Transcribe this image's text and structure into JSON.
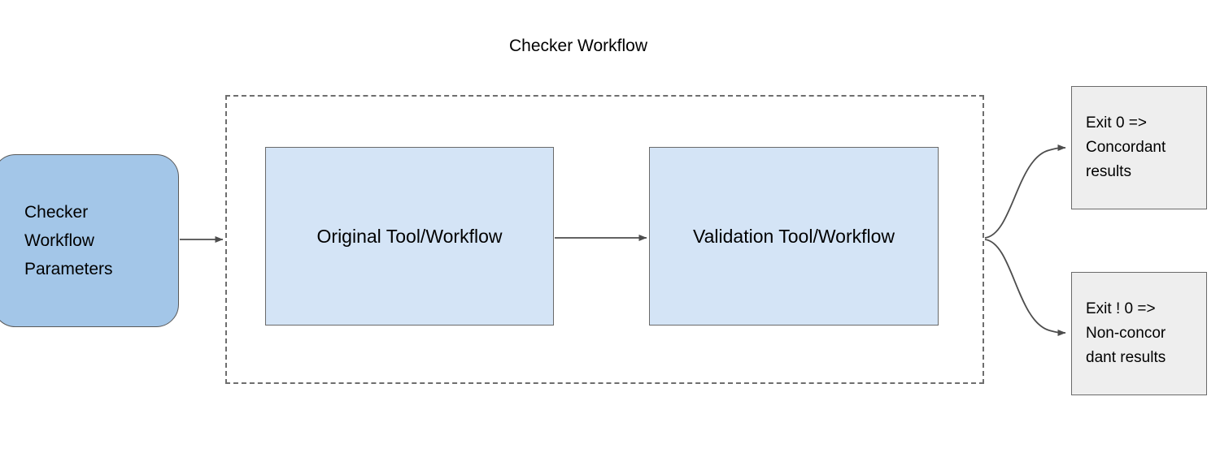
{
  "diagram": {
    "title": "Checker Workflow",
    "type": "flowchart",
    "colors": {
      "parameters_node_fill": "#a3c6e8",
      "process_node_fill": "#d4e4f6",
      "outcome_node_fill": "#eeeeee",
      "node_stroke": "#6a6a6a",
      "group_border": "#6e6e6e",
      "edge_stroke": "#4d4d4d",
      "background": "#ffffff"
    },
    "nodes": {
      "parameters": {
        "label": "Checker Workflow Parameters",
        "lines": [
          "Checker",
          "Workflow",
          "Parameters"
        ],
        "shape": "rounded-rectangle"
      },
      "original_tool": {
        "label": "Original Tool/Workflow",
        "shape": "rectangle"
      },
      "validation_tool": {
        "label": "Validation Tool/Workflow",
        "shape": "rectangle"
      },
      "concordant": {
        "label": "Exit 0 => Concordant results",
        "lines": [
          "Exit 0 =>",
          "Concordant",
          "results"
        ],
        "shape": "rectangle"
      },
      "nonconcordant": {
        "label": "Exit ! 0 => Non-concordant results",
        "lines": [
          "Exit ! 0 =>",
          "Non-concor",
          "dant results"
        ],
        "shape": "rectangle"
      }
    },
    "group": {
      "label": "",
      "style": "dashed"
    },
    "edges": [
      {
        "from": "parameters",
        "to": "original_tool",
        "style": "straight-arrow",
        "label": ""
      },
      {
        "from": "original_tool",
        "to": "validation_tool",
        "style": "straight-arrow",
        "label": ""
      },
      {
        "from": "validation_tool",
        "to": "concordant",
        "style": "curved-arrow",
        "label": ""
      },
      {
        "from": "validation_tool",
        "to": "nonconcordant",
        "style": "curved-arrow",
        "label": ""
      }
    ]
  }
}
